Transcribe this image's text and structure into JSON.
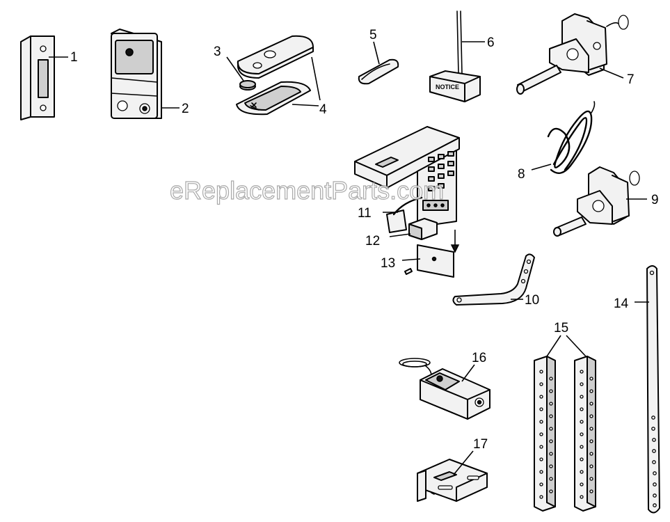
{
  "watermark": "eReplacementParts.com",
  "notice_tag_text": "NOTICE",
  "callouts": {
    "p1": "1",
    "p2": "2",
    "p3": "3",
    "p4": "4",
    "p5": "5",
    "p6": "6",
    "p7": "7",
    "p8": "8",
    "p9": "9",
    "p10": "10",
    "p11": "11",
    "p12": "12",
    "p13": "13",
    "p14": "14",
    "p15": "15",
    "p16": "16",
    "p17": "17"
  }
}
